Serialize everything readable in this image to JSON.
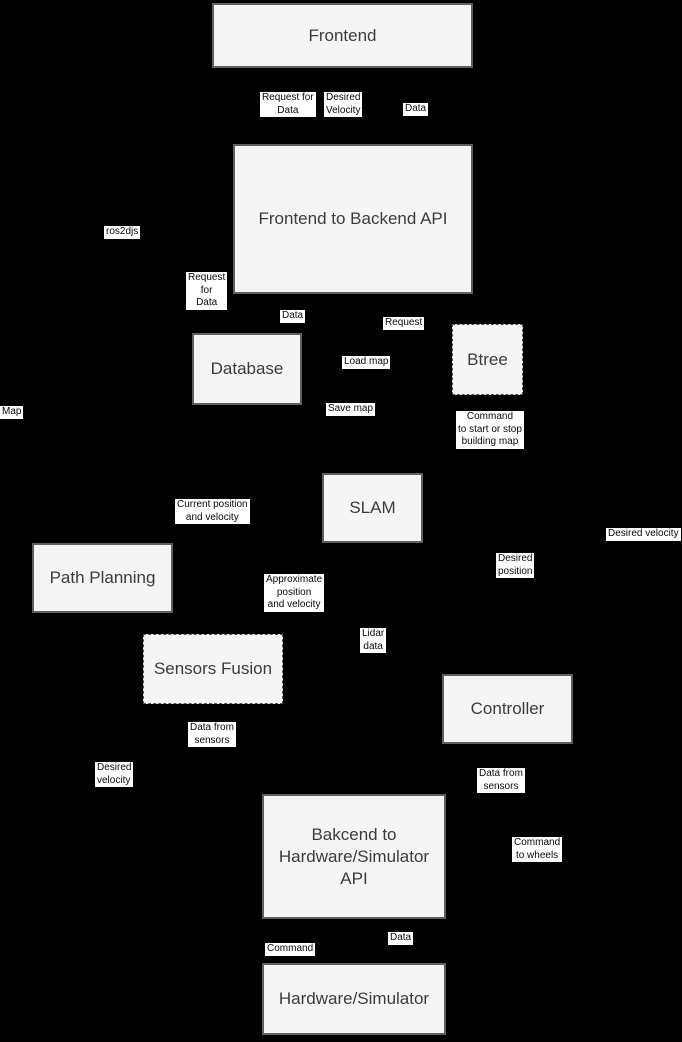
{
  "diagram": {
    "description": "Robot software architecture block diagram on black background",
    "colors": {
      "background": "#000000",
      "node_fill": "#f5f5f5",
      "node_border": "#5f5f5f",
      "node_text": "#3c3c3c",
      "label_background": "#ffffff",
      "label_text": "#0a0a0a"
    },
    "nodes": [
      {
        "id": "frontend",
        "label": "Frontend",
        "border": "solid"
      },
      {
        "id": "frontend-to-backend-api",
        "label": "Frontend to Backend API",
        "border": "solid"
      },
      {
        "id": "database",
        "label": "Database",
        "border": "solid"
      },
      {
        "id": "btree",
        "label": "Btree",
        "border": "dashed"
      },
      {
        "id": "slam",
        "label": "SLAM",
        "border": "solid"
      },
      {
        "id": "path-planning",
        "label": "Path Planning",
        "border": "solid"
      },
      {
        "id": "sensors-fusion",
        "label": "Sensors Fusion",
        "border": "dashed"
      },
      {
        "id": "controller",
        "label": "Controller",
        "border": "solid"
      },
      {
        "id": "backend-to-hardware-api",
        "label": "Bakcend to\nHardware/Simulator\nAPI",
        "border": "solid"
      },
      {
        "id": "hardware-simulator",
        "label": "Hardware/Simulator",
        "border": "solid"
      }
    ],
    "edge_labels": [
      {
        "id": "request-for-data-top",
        "text": "Request for\nData"
      },
      {
        "id": "desired-velocity-top",
        "text": "Desired\nVelocity"
      },
      {
        "id": "data-top",
        "text": "Data"
      },
      {
        "id": "ros2djs",
        "text": "ros2djs"
      },
      {
        "id": "request-for-data-mid",
        "text": "Request\nfor\nData"
      },
      {
        "id": "data-mid",
        "text": "Data"
      },
      {
        "id": "request",
        "text": "Request"
      },
      {
        "id": "load-map",
        "text": "Load map"
      },
      {
        "id": "save-map",
        "text": "Save map"
      },
      {
        "id": "command-start-stop-building-map",
        "text": "Command\nto start or stop\nbuilding map"
      },
      {
        "id": "map",
        "text": "Map"
      },
      {
        "id": "current-position-and-velocity",
        "text": "Current position\nand velocity"
      },
      {
        "id": "desired-position",
        "text": "Desired\nposition"
      },
      {
        "id": "desired-velocity-right",
        "text": "Desired velocity"
      },
      {
        "id": "approximate-position-and-velocity",
        "text": "Approximate\nposition\nand velocity"
      },
      {
        "id": "lidar-data",
        "text": "Lidar\ndata"
      },
      {
        "id": "data-from-sensors-left",
        "text": "Data from\nsensors"
      },
      {
        "id": "desired-velocity-bottom-left",
        "text": "Desired\nvelocity"
      },
      {
        "id": "data-from-sensors-right",
        "text": "Data from\nsensors"
      },
      {
        "id": "command-to-wheels",
        "text": "Command\nto wheels"
      },
      {
        "id": "data-bottom",
        "text": "Data"
      },
      {
        "id": "command-bottom",
        "text": "Command"
      }
    ]
  }
}
